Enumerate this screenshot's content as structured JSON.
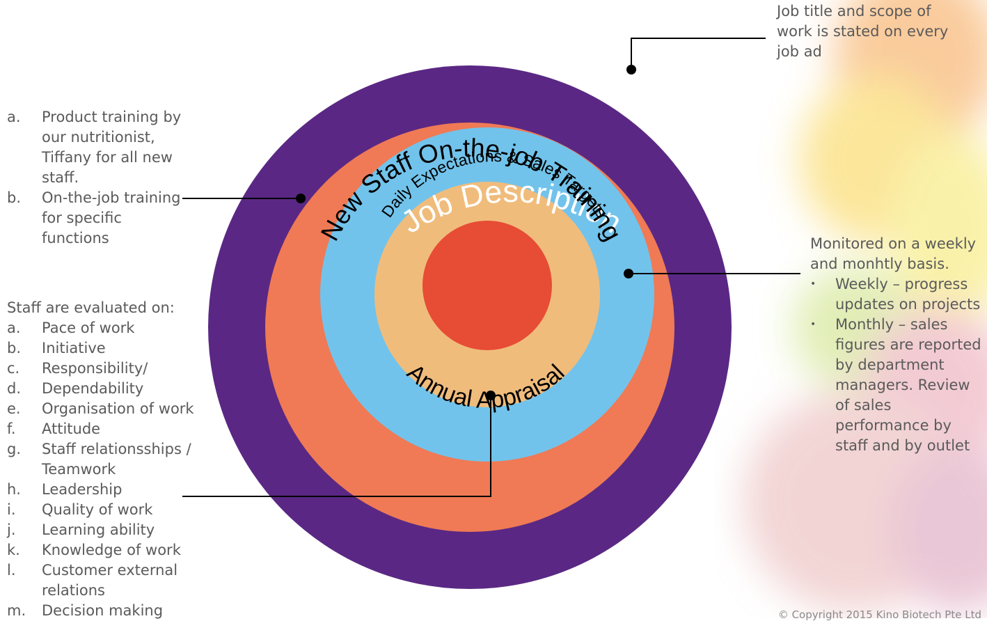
{
  "ring_labels": {
    "outer": "Job Description",
    "second": "New Staff On-the-job Training",
    "third": "Daily Expectations & Sales Targets",
    "fourth": "Annual Appraisal"
  },
  "colors": {
    "outer": "#5a2884",
    "second": "#ef7a55",
    "third": "#72c3eb",
    "fourth": "#f0bc7c",
    "core": "#e74c35"
  },
  "job_description_note": "Job title and scope of work is stated on every job ad",
  "training_notes": [
    {
      "label": "a.",
      "text": "Product training by our nutritionist, Tiffany for all new staff."
    },
    {
      "label": "b.",
      "text": "On-the-job training for specific functions"
    }
  ],
  "appraisal_intro": "Staff are evaluated on:",
  "appraisal_criteria": [
    {
      "label": "a.",
      "text": "Pace of work"
    },
    {
      "label": "b.",
      "text": "Initiative"
    },
    {
      "label": "c.",
      "text": "Responsibility/"
    },
    {
      "label": "d.",
      "text": "Dependability"
    },
    {
      "label": "e.",
      "text": "Organisation of work"
    },
    {
      "label": "f.",
      "text": "Attitude"
    },
    {
      "label": "g.",
      "text": "Staff relationsships / Teamwork"
    },
    {
      "label": "h.",
      "text": "Leadership"
    },
    {
      "label": "i.",
      "text": "Quality of work"
    },
    {
      "label": "j.",
      "text": "Learning ability"
    },
    {
      "label": "k.",
      "text": "Knowledge of work"
    },
    {
      "label": "l.",
      "text": "Customer external relations"
    },
    {
      "label": "m.",
      "text": "Decision making"
    }
  ],
  "monitoring_intro": "Monitored on a weekly and monhtly basis.",
  "monitoring_points": [
    {
      "bullet": "•",
      "text": "Weekly – progress updates on projects"
    },
    {
      "bullet": "•",
      "text": "Monthly – sales figures are reported by department managers. Review of sales performance by staff and by outlet"
    }
  ],
  "copyright": "© Copyright 2015 Kino Biotech Pte Ltd"
}
